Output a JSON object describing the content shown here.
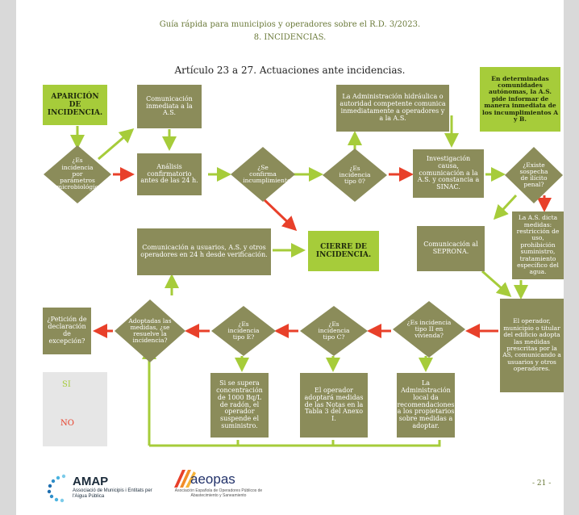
{
  "header": {
    "guide_title": "Guía rápida para municipios y operadores sobre el R.D. 3/2023.",
    "section": "8. INCIDENCIAS."
  },
  "article_title": "Artículo 23 a 27. Actuaciones ante incidencias.",
  "nodes": {
    "start": "APARICIÓN DE INCIDENCIA.",
    "q_micro": "¿Es incidencia por parámetros microbiológicos?",
    "comm_as": "Comunicación inmediata a la A.S.",
    "analisis": "Análisis confirmatorio antes de las 24 h.",
    "q_confirma": "¿Se confirma incumplimiento?",
    "q_tipo0": "¿Es incidencia tipo 0?",
    "admin_hidraulica": "La Administración hidráulica o autoridad competente comunica inmediatamente a operadores y a la A.S.",
    "investigacion": "Investigación causa, comunicación a la A.S. y constancia a SINAC.",
    "q_ilicito": "¿Existe sospecha de ilícito penal?",
    "ccaa_note": "En determinadas comunidades autónomas, la A.S. pide informar de manera inmediata de los incumplimientos A y B.",
    "comm_usuarios": "Comunicación a usuarios, A.S. y otros operadores en 24 h desde verificación.",
    "cierre": "CIERRE DE INCIDENCIA.",
    "seprona": "Comunicación al SEPRONA.",
    "as_dicta": "La A.S. dicta medidas: restricción de uso, prohibición suministro, tratamiento específico del agua.",
    "operador_adopta": "El operador, municipio o titular del edificio adopta las medidas prescritas por la AS, comunicando a usuarios y otros operadores.",
    "q_peticion": "¿Petición de declaración de excepción?",
    "q_adoptadas": "Adoptadas las medidas, ¿se resuelve la incidencia?",
    "q_tipoE": "¿Es incidencia tipo E?",
    "q_tipoC": "¿Es incidencia tipo C?",
    "q_tipoII": "¿Es incidencia tipo II en vivienda?",
    "radon": "Si se supera concentración de 1000 Bq/L de radón, el operador suspende el suministro.",
    "notas_tabla3": "El operador adoptará medidas de las Notas en la Tabla 3 del Anexo I.",
    "admin_local": "La Administración local da recomendaciones a los propietarios sobre medidas a adoptar."
  },
  "legend": {
    "yes_label": "SI",
    "no_label": "NO",
    "yes_color": "#a6cc3a",
    "no_color": "#e8402a"
  },
  "logos": {
    "amap_name": "AMAP",
    "amap_sub": "Associació de Municipis i Entitats per l'Aigua Pública",
    "aeopas_name": "aeopas",
    "aeopas_sub": "Asociación Española de Operadores Públicos de Abastecimiento y Saneamiento"
  },
  "page_number": "- 21 -"
}
